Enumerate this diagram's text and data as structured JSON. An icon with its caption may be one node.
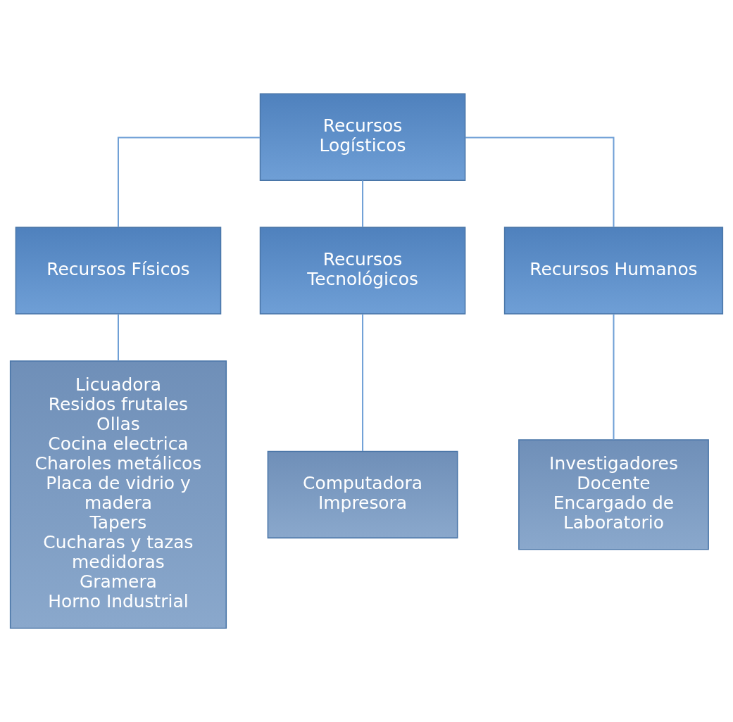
{
  "diagram": {
    "nodes": [
      {
        "text": [
          "Recursos Logísticos"
        ]
      },
      {
        "text": [
          "Recursos Físicos"
        ]
      },
      {
        "text": [
          "Recursos Tecnológicos"
        ]
      },
      {
        "text": [
          "Recursos Humanos"
        ]
      },
      {
        "text": [
          "Licuadora",
          "Residos frutales",
          "Ollas",
          "Cocina electrica",
          "Charoles metálicos",
          "Placa de vidrio y madera",
          "Tapers",
          "Cucharas y tazas medidoras",
          "Gramera",
          "Horno Industrial"
        ]
      },
      {
        "text": [
          "Computadora",
          "Impresora"
        ]
      },
      {
        "text": [
          "Investigadores",
          "Docente",
          "Encargado de Laboratorio"
        ]
      }
    ],
    "edges": [
      {
        "from": 0,
        "to": 1,
        "arrow": "none"
      },
      {
        "from": 0,
        "to": 2,
        "arrow": "none"
      },
      {
        "from": 0,
        "to": 3,
        "arrow": "none"
      },
      {
        "from": 1,
        "to": 4,
        "arrow": "none"
      },
      {
        "from": 2,
        "to": 5,
        "arrow": "none"
      },
      {
        "from": 3,
        "to": 6,
        "arrow": "none"
      }
    ]
  }
}
